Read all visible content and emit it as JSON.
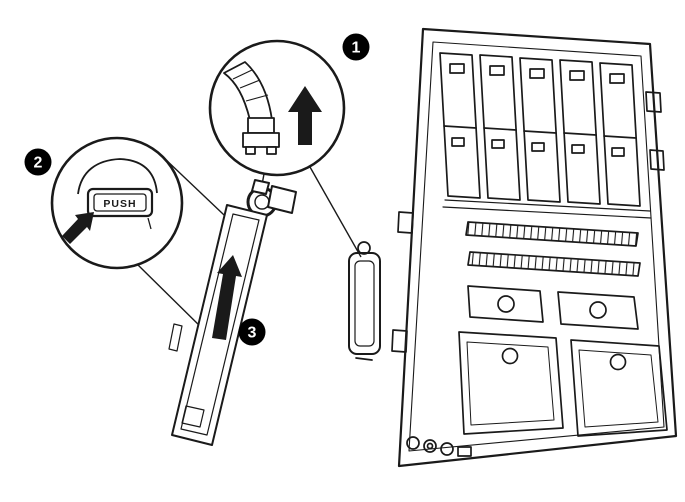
{
  "figure": {
    "push_button_label": "PUSH",
    "callouts": [
      {
        "number": "1"
      },
      {
        "number": "2"
      },
      {
        "number": "3"
      }
    ],
    "colors": {
      "line": "#1a1a1a",
      "badge_fill": "#000000",
      "badge_text": "#ffffff",
      "background": "#ffffff"
    }
  }
}
